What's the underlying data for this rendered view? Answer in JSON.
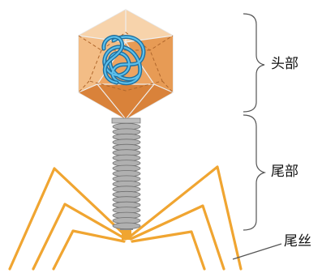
{
  "labels": {
    "head": "头部",
    "tail": "尾部",
    "tail_fibers": "尾丝"
  },
  "colors": {
    "capsid_light": "#f6c89a",
    "capsid_mid": "#eda462",
    "capsid_dark": "#d9823a",
    "capsid_edge": "#e9e9e9",
    "capsid_dash": "#b0672c",
    "dna": "#2f93c8",
    "sheath": "#a9a9a9",
    "sheath_edge": "#6f6f6f",
    "fibers": "#f0a531",
    "bracket": "#555555"
  },
  "icons": [
    "dna-coil-icon"
  ]
}
